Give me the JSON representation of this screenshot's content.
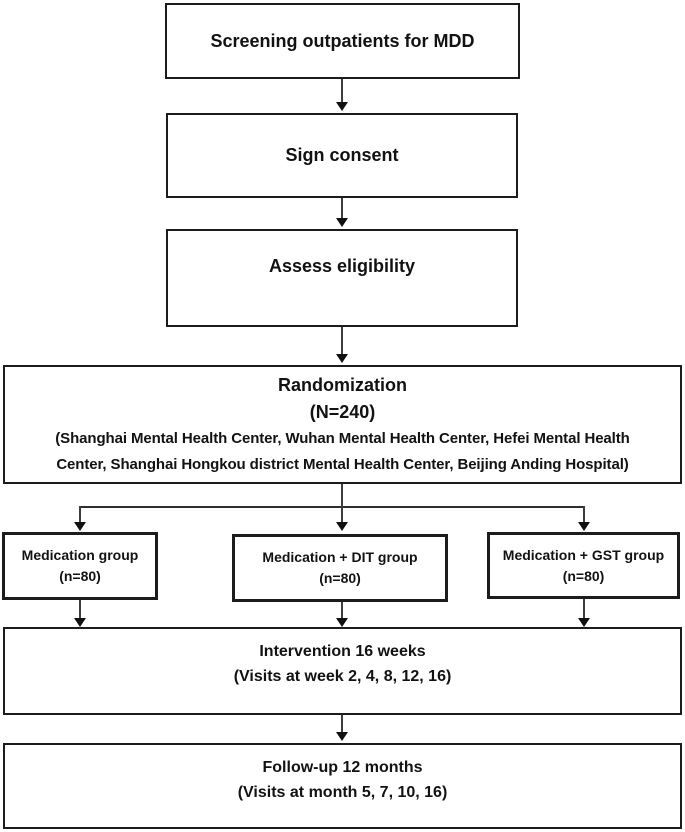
{
  "boxes": {
    "screening": {
      "label": "Screening outpatients for MDD"
    },
    "consent": {
      "label": "Sign consent"
    },
    "eligibility": {
      "label": "Assess eligibility"
    },
    "randomization": {
      "title": "Randomization",
      "n": "(N=240)",
      "sites_line1": "(Shanghai Mental Health Center, Wuhan Mental Health Center, Hefei Mental Health",
      "sites_line2": "Center, Shanghai Hongkou district Mental Health Center, Beijing Anding Hospital)"
    },
    "group_medication": {
      "title": "Medication group",
      "n": "(n=80)"
    },
    "group_dit": {
      "title": "Medication + DIT group",
      "n": "(n=80)"
    },
    "group_gst": {
      "title": "Medication + GST group",
      "n": "(n=80)"
    },
    "intervention": {
      "title": "Intervention 16 weeks",
      "visits": "(Visits at week 2, 4, 8, 12, 16)"
    },
    "followup": {
      "title": "Follow-up 12 months",
      "visits": "(Visits at month 5, 7, 10, 16)"
    }
  },
  "colors": {
    "box_border": "#1c1c1c",
    "text": "#121212",
    "arrow_shaft": "#3d3d3d",
    "arrowhead": "#101010",
    "background": "#ffffff"
  }
}
